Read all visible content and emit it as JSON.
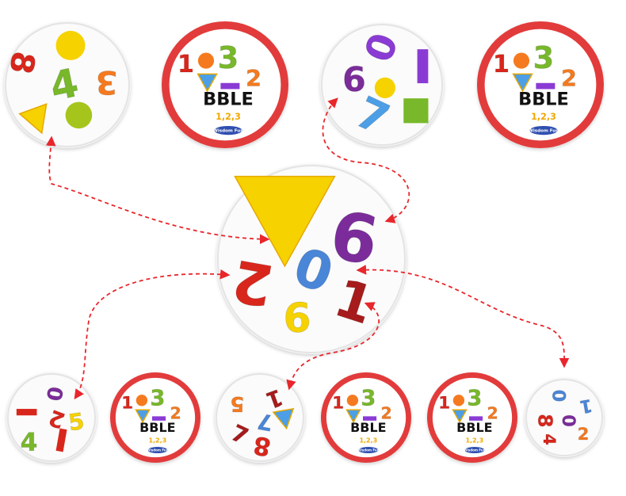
{
  "brand": {
    "logo_text": "BBLE",
    "subtitle": "1,2,3",
    "publisher": "Wisdom Fun"
  },
  "palette": {
    "card_border_red": "#e23a3a",
    "card_face": "#f4f4f4",
    "card_shadow": "#e4e4e4",
    "arrow_red": "#e8262c",
    "yellow": "#f6d200",
    "lime": "#a6c51c",
    "green": "#78b82a",
    "orange": "#f57a1f",
    "red": "#d9261c",
    "dark_red": "#a61b1b",
    "purple": "#7b2c9a",
    "violet": "#8a3bd4",
    "blue": "#4a86d8",
    "light_blue": "#4c9fe6"
  },
  "center_card": {
    "symbols": [
      {
        "kind": "triangle",
        "color": "#f6d200",
        "icon": "triangle-icon"
      },
      {
        "text": "6",
        "color": "#7b2c9a"
      },
      {
        "text": "2",
        "color": "#d9261c"
      },
      {
        "text": "0",
        "color": "#4a86d8"
      },
      {
        "text": "6",
        "color": "#f6d200"
      },
      {
        "text": "1",
        "color": "#a61b1b"
      }
    ]
  },
  "top_cards": [
    {
      "type": "symbols",
      "symbols": [
        {
          "text": "8",
          "color": "#d9261c"
        },
        {
          "kind": "circle",
          "color": "#f6d200",
          "icon": "circle-icon"
        },
        {
          "text": "4",
          "color": "#78b82a"
        },
        {
          "text": "3",
          "color": "#f57a1f"
        },
        {
          "kind": "triangle",
          "color": "#f6d200",
          "icon": "triangle-icon"
        },
        {
          "kind": "circle",
          "color": "#a6c51c",
          "icon": "circle-icon"
        }
      ]
    },
    {
      "type": "back"
    },
    {
      "type": "symbols",
      "symbols": [
        {
          "text": "0",
          "color": "#8a3bd4"
        },
        {
          "kind": "rect",
          "color": "#8a3bd4",
          "icon": "bar-icon"
        },
        {
          "text": "6",
          "color": "#7b2c9a"
        },
        {
          "kind": "circle",
          "color": "#f6d200",
          "icon": "circle-icon"
        },
        {
          "text": "7",
          "color": "#4c9fe6"
        },
        {
          "kind": "square",
          "color": "#78b82a",
          "icon": "square-icon"
        }
      ]
    },
    {
      "type": "back"
    }
  ],
  "bottom_cards": [
    {
      "type": "symbols",
      "symbols": [
        {
          "text": "0",
          "color": "#7b2c9a"
        },
        {
          "kind": "rect",
          "color": "#d9261c",
          "icon": "bar-icon"
        },
        {
          "text": "2",
          "color": "#d9261c"
        },
        {
          "text": "5",
          "color": "#f6d200"
        },
        {
          "text": "4",
          "color": "#78b82a"
        },
        {
          "kind": "rect",
          "color": "#d9261c",
          "icon": "bar-icon"
        }
      ]
    },
    {
      "type": "back"
    },
    {
      "type": "symbols",
      "symbols": [
        {
          "text": "5",
          "color": "#f57a1f"
        },
        {
          "text": "1",
          "color": "#a61b1b"
        },
        {
          "text": "7",
          "color": "#4a86d8"
        },
        {
          "kind": "triangle",
          "color": "#4c9fe6",
          "icon": "triangle-icon"
        },
        {
          "text": "7",
          "color": "#a61b1b"
        },
        {
          "text": "8",
          "color": "#d9261c"
        }
      ]
    },
    {
      "type": "back"
    },
    {
      "type": "back"
    },
    {
      "type": "symbols",
      "symbols": [
        {
          "text": "0",
          "color": "#4a86d8"
        },
        {
          "text": "1",
          "color": "#4a86d8"
        },
        {
          "text": "8",
          "color": "#d9261c"
        },
        {
          "text": "0",
          "color": "#7b2c9a"
        },
        {
          "text": "2",
          "color": "#f57a1f"
        },
        {
          "text": "4",
          "color": "#d9261c"
        }
      ]
    }
  ],
  "back_face": {
    "symbols": [
      {
        "text": "1",
        "color": "#d9261c"
      },
      {
        "kind": "circle",
        "color": "#f57a1f",
        "icon": "circle-icon"
      },
      {
        "text": "3",
        "color": "#78b82a"
      },
      {
        "kind": "triangle",
        "color": "#4c9fe6",
        "icon": "triangle-icon"
      },
      {
        "kind": "rect",
        "color": "#8a3bd4",
        "icon": "bar-icon"
      },
      {
        "text": "2",
        "color": "#f57a1f"
      }
    ]
  }
}
